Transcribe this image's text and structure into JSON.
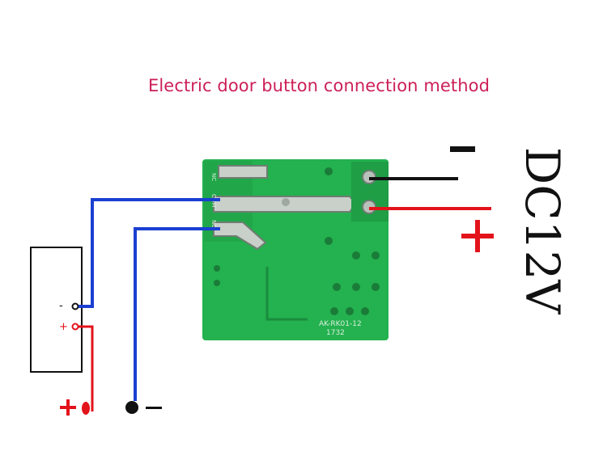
{
  "title": "Electric door button connection method",
  "power_label": "DC12V",
  "symbols": {
    "plus": "+",
    "minus": "-"
  },
  "board": {
    "model": "AK-RK01-12",
    "date_code": "1732",
    "pin_labels": [
      "NO",
      "COM",
      "NC"
    ]
  },
  "colors": {
    "title": "#cc1f57",
    "wire_blue": "#1a3fd1",
    "wire_red": "#e3131b",
    "wire_black": "#111111",
    "pcb": "#24b14f"
  }
}
